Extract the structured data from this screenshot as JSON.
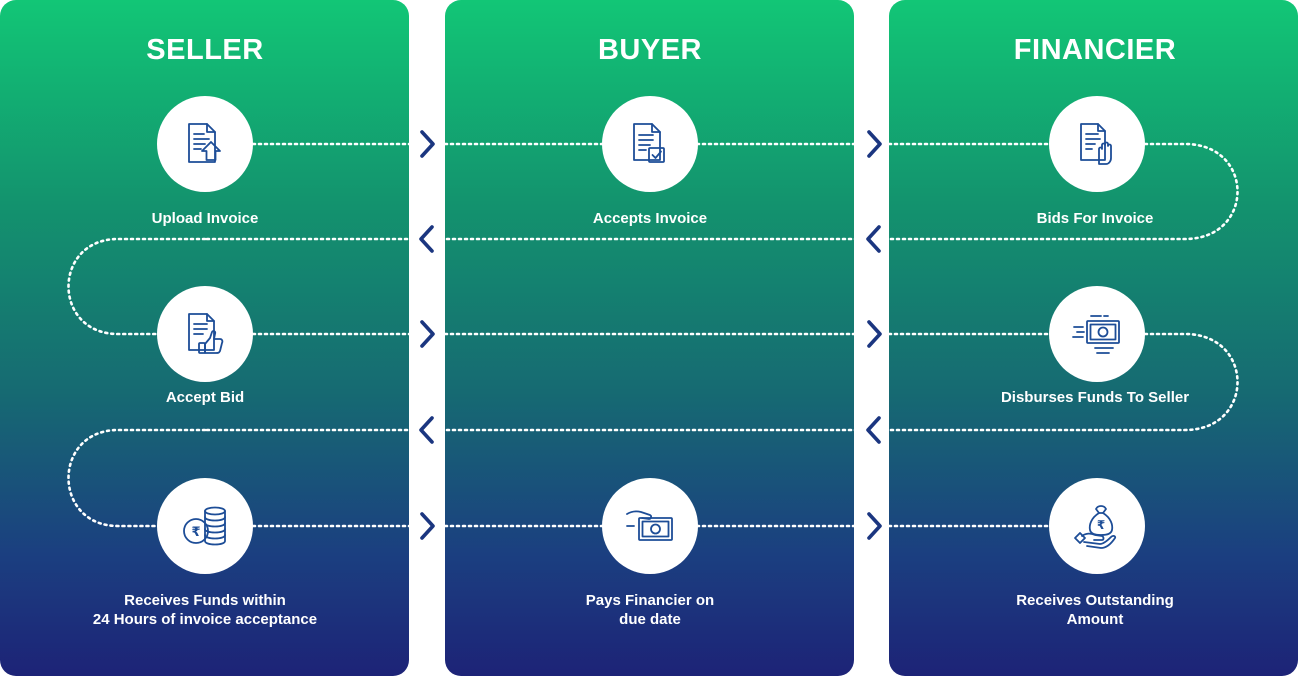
{
  "columns": [
    {
      "id": "seller",
      "title": "SELLER"
    },
    {
      "id": "buyer",
      "title": "BUYER"
    },
    {
      "id": "financier",
      "title": "FINANCIER"
    }
  ],
  "steps": {
    "upload_invoice": {
      "label": "Upload Invoice",
      "icon": "document-upload-icon"
    },
    "accepts_invoice": {
      "label": "Accepts Invoice",
      "icon": "document-check-icon"
    },
    "bids_for_invoice": {
      "label": "Bids For Invoice",
      "icon": "document-hand-icon"
    },
    "accept_bid": {
      "label": "Accept Bid",
      "icon": "document-thumbs-up-icon"
    },
    "disburses_funds": {
      "label": "Disburses Funds To Seller",
      "icon": "fast-money-icon"
    },
    "receives_funds": {
      "line1": "Receives Funds within",
      "line2": "24 Hours of invoice acceptance",
      "icon": "rupee-coins-icon"
    },
    "pays_financier": {
      "line1": "Pays Financier on",
      "line2": "due date",
      "icon": "hand-banknote-icon"
    },
    "receives_outstanding": {
      "line1": "Receives Outstanding",
      "line2": "Amount",
      "icon": "hand-money-bag-icon"
    }
  },
  "currency_symbol": "₹",
  "colors": {
    "gradient_top": "#12c676",
    "gradient_bottom": "#1d2377",
    "icon": "#1d4d97",
    "chevron": "#1b3680"
  }
}
